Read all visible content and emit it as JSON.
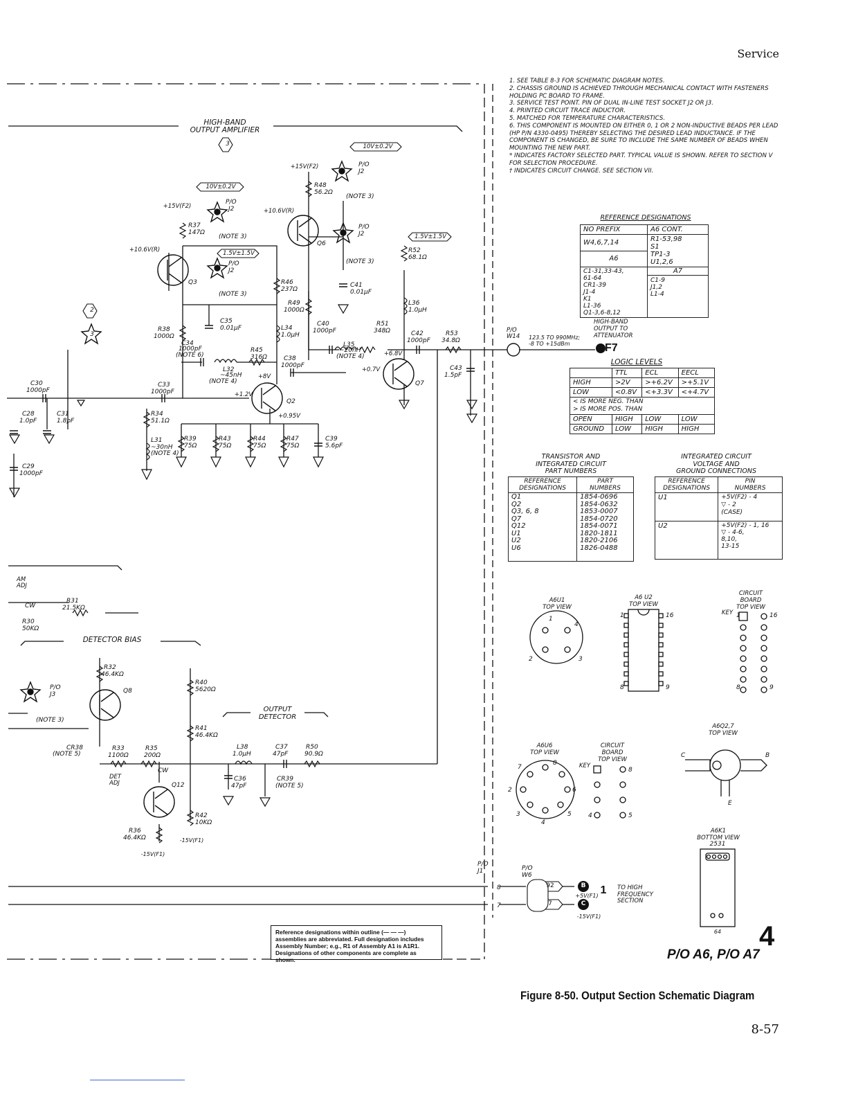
{
  "header": {
    "section": "Service"
  },
  "footer": {
    "figure_caption": "Figure 8-50.  Output Section Schematic Diagram",
    "page_number": "8-57",
    "big_number": "4",
    "boards": "P/O A6, P/O A7"
  },
  "notes": [
    "1. SEE TABLE 8-3 FOR SCHEMATIC DIAGRAM NOTES.",
    "2. CHASSIS GROUND IS ACHIEVED THROUGH MECHANICAL CONTACT WITH FASTENERS HOLDING PC BOARD TO FRAME.",
    "3. SERVICE TEST POINT. PIN OF DUAL IN-LINE TEST SOCKET J2 OR J3.",
    "4. PRINTED CIRCUIT TRACE INDUCTOR.",
    "5. MATCHED FOR TEMPERATURE CHARACTERISTICS.",
    "6. THIS COMPONENT IS MOUNTED ON EITHER 0, 1 OR 2 NON-INDUCTIVE BEADS PER LEAD (HP P/N 4330-0495) THEREBY SELECTING THE DESIRED LEAD INDUCTANCE. IF THE COMPONENT IS CHANGED, BE SURE TO INCLUDE THE SAME NUMBER OF BEADS WHEN MOUNTING THE NEW PART.",
    "* INDICATES FACTORY SELECTED PART. TYPICAL VALUE IS SHOWN. REFER TO SECTION V FOR SELECTION PROCEDURE.",
    "† INDICATES CIRCUIT CHANGE. SEE SECTION VII."
  ],
  "ref_designations": {
    "title": "REFERENCE DESIGNATIONS",
    "col1_header": "NO PREFIX",
    "col2_header": "A6 CONT.",
    "col1_row1": "W4,6,7,14",
    "col2_row1": "R1-53,98",
    "col1_a6": "A6",
    "col2_row2": "S1\nTP1-3\nU1,2,6",
    "col1_a6_items": "C1-31,33-43,\n61-64\nCR1-39\nJ1-4\nK1\nL1-36\nQ1-3,6-8,12",
    "col2_a7": "A7",
    "col2_a7_items": "C1-9\nJ1,2\nL1-4"
  },
  "output_label": {
    "title": "HIGH-BAND\nOUTPUT TO\nATTENUATOR",
    "connector": "P/O\nW14",
    "range": "123.5 TO 990MHz;\n-8 TO +15dBm",
    "ref": "F7"
  },
  "logic_levels": {
    "title": "LOGIC LEVELS",
    "headers": [
      "",
      "TTL",
      "ECL",
      "EECL"
    ],
    "rows": [
      [
        "HIGH",
        ">2V",
        ">+6.2V",
        ">+5.1V"
      ],
      [
        "LOW",
        "<0.8V",
        "<+3.3V",
        "<+4.7V"
      ]
    ],
    "notes": [
      "< IS MORE NEG. THAN",
      "> IS MORE POS. THAN"
    ],
    "open_row": [
      "OPEN",
      "HIGH",
      "LOW",
      "LOW"
    ],
    "ground_row": [
      "GROUND",
      "LOW",
      "HIGH",
      "HIGH"
    ]
  },
  "transistor_table": {
    "title": "TRANSISTOR AND\nINTEGRATED CIRCUIT\nPART NUMBERS",
    "headers": [
      "REFERENCE\nDESIGNATIONS",
      "PART\nNUMBERS"
    ],
    "refs": "Q1\nQ2\nQ3, 6, 8\nQ7\nQ12\nU1\nU2\nU6",
    "parts": "1854-0696\n1854-0632\n1853-0007\n1854-0720\n1854-0071\n1820-1811\n1820-2106\n1826-0488"
  },
  "ic_table": {
    "title": "INTEGRATED CIRCUIT\nVOLTAGE AND\nGROUND CONNECTIONS",
    "headers": [
      "REFERENCE\nDESIGNATIONS",
      "PIN\nNUMBERS"
    ],
    "u1": "U1",
    "u1_pins": "+5V(F2) - 4\n▽ - 2\n(CASE)",
    "u2": "U2",
    "u2_pins": "+5V(F2) - 1, 16\n▽ - 4-6,\n8,10,\n13-15"
  },
  "views": {
    "a6u1": "A6U1\nTOP VIEW",
    "a6u2": "A6 U2\nTOP VIEW",
    "board1": "CIRCUIT\nBOARD\nTOP VIEW",
    "key": "KEY",
    "a6u6": "A6U6\nTOP VIEW",
    "board2": "CIRCUIT\nBOARD\nTOP VIEW",
    "a6q27": "A6Q2,7\nTOP VIEW",
    "a6k1": "A6K1\nBOTTOM VIEW",
    "k1num": "2531",
    "k1bottom": "64"
  },
  "schematic": {
    "title_hb": "HIGH-BAND\nOUTPUT AMPLIFIER",
    "hb_ref": "3",
    "ref2": "2",
    "tp_values": {
      "a": "10V±0.2V",
      "b": "10V±0.2V",
      "c": "1.5V±1.5V",
      "d": "1.5V±1.5V"
    },
    "rails": {
      "p15f2a": "+15V(F2)",
      "p15f2b": "+15V(F2)",
      "p106a": "+10.6V(R)",
      "p106b": "+10.6V(R)",
      "p8": "+8V",
      "p12": "+1.2V",
      "p095": "+0.95V",
      "p07": "+0.7V",
      "p68": "+6.8V"
    },
    "detector_bias": "DETECTOR BIAS",
    "output_detector": "OUTPUT\nDETECTOR",
    "am_adj": "AM\nADJ",
    "det_adj": "DET\nADJ",
    "connector_j1": "P/O\nJ1",
    "connector_w6": "P/O\nW6",
    "to_hf": "TO HIGH\nFREQUENCY\nSECTION",
    "hf_ref": "1",
    "wire92": "92",
    "wire7": "7",
    "pinB": "B",
    "pinC": "C",
    "p5vf1": "+5V(F1)",
    "m15vf1": "-15V(F1)"
  },
  "refbox": "Reference designations within outline (— — —) assemblies are abbreviated. Full designation includes Assembly Number; e.g., R1 of Assembly A1 is A1R1. Designations of other components are complete as shown."
}
